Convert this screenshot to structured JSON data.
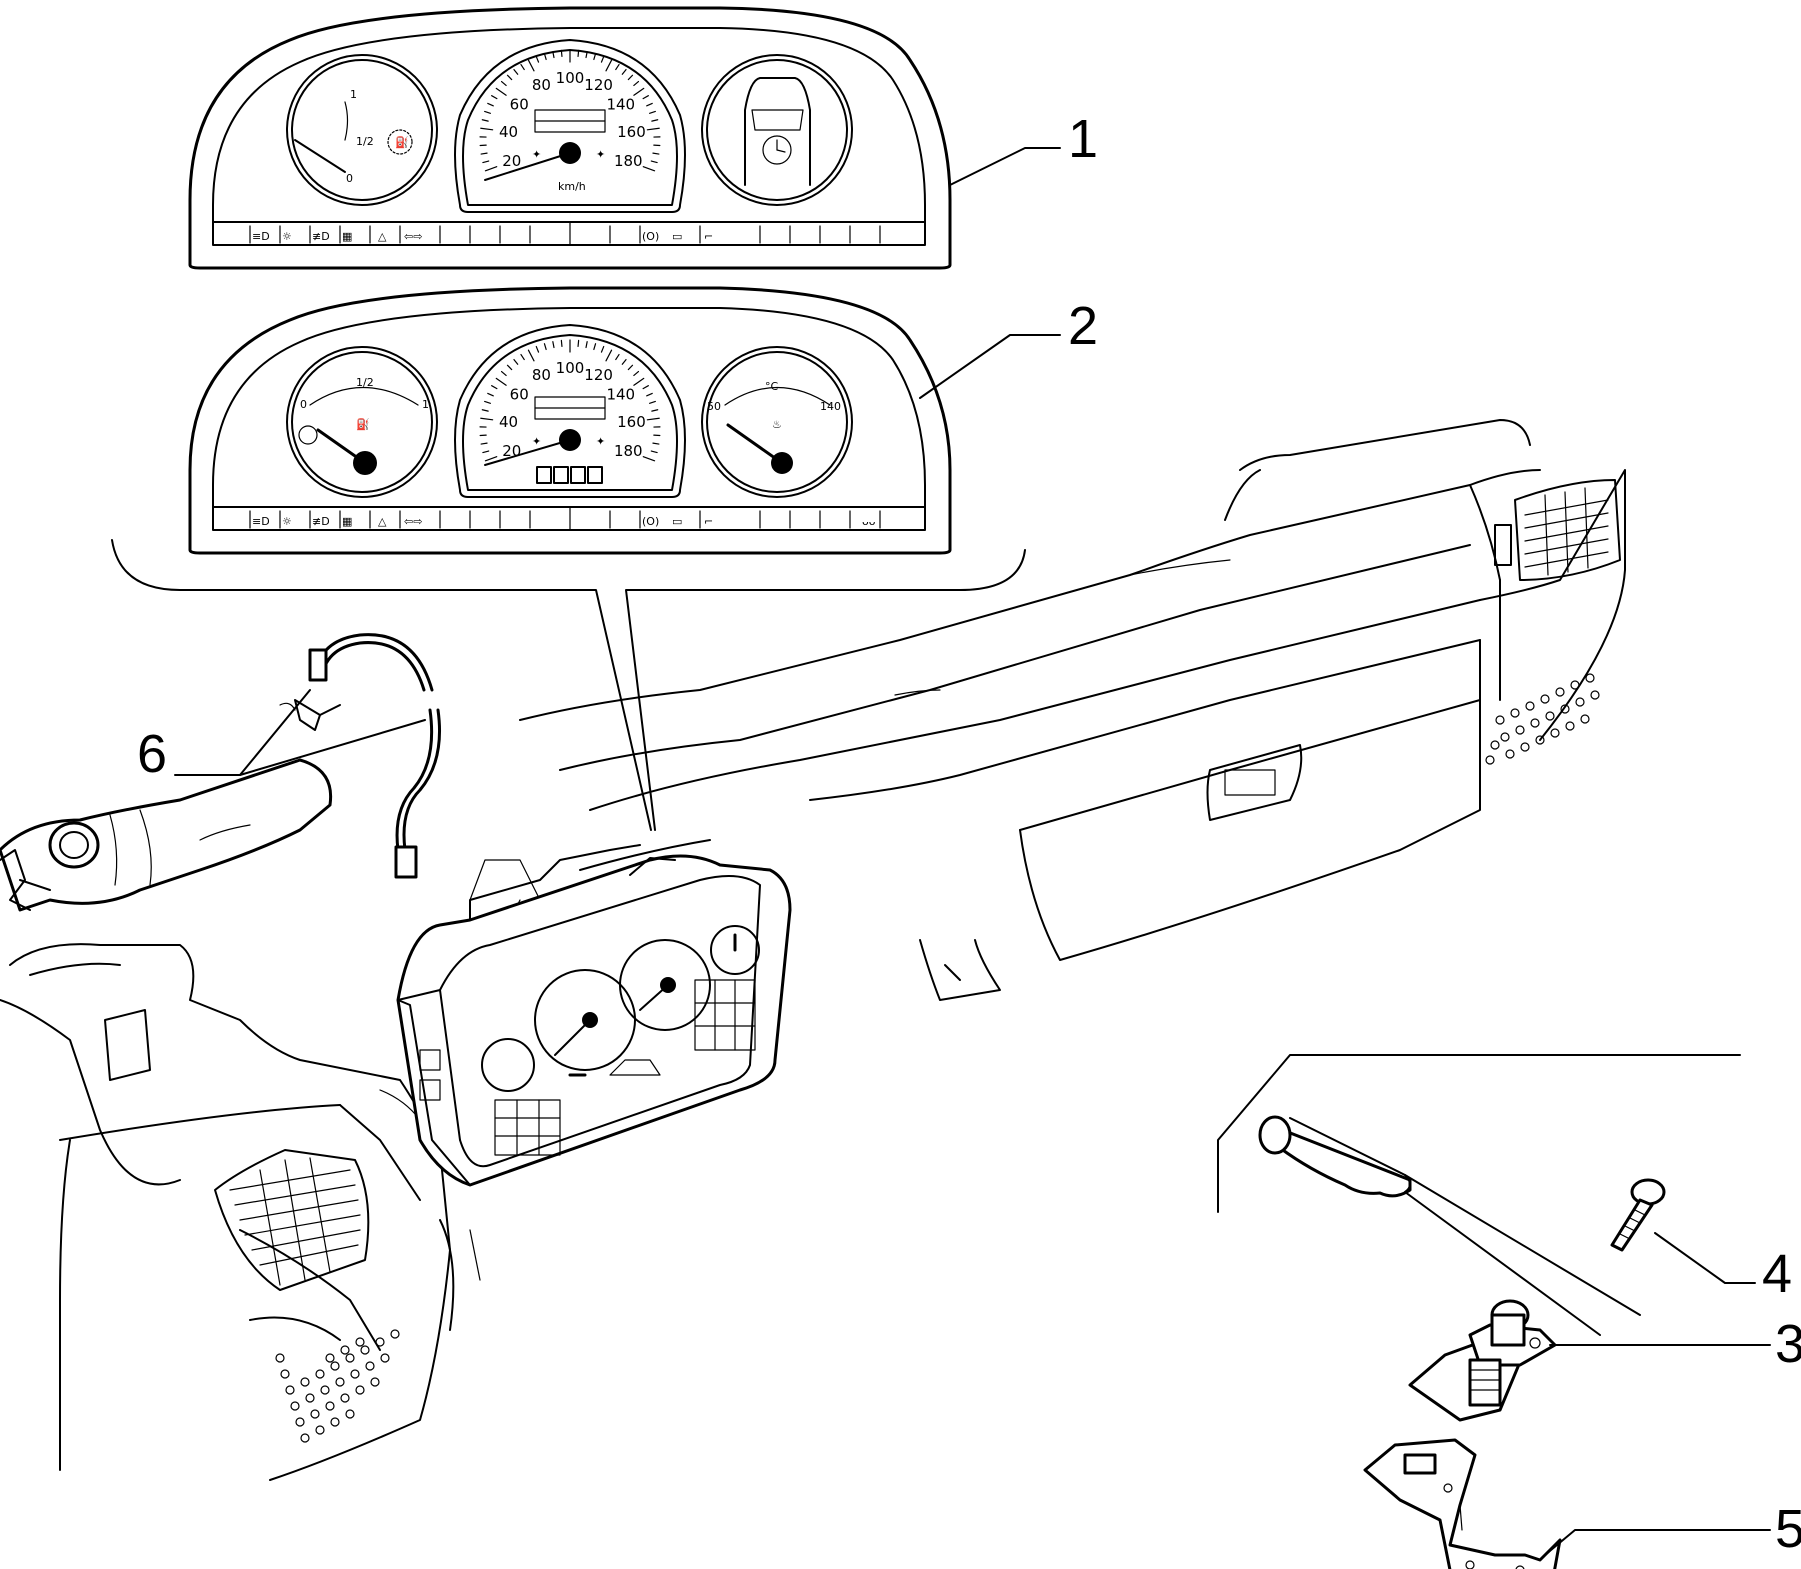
{
  "callouts": [
    {
      "number": "1"
    },
    {
      "number": "2"
    },
    {
      "number": "3"
    },
    {
      "number": "4"
    },
    {
      "number": "5"
    },
    {
      "number": "6"
    }
  ],
  "cluster1": {
    "speed_ticks": [
      "20",
      "40",
      "60",
      "80",
      "100",
      "120",
      "140",
      "160",
      "180"
    ],
    "unit": "km/h",
    "fuel_ticks": [
      "0",
      "1/2",
      "1"
    ]
  },
  "cluster2": {
    "speed_ticks": [
      "20",
      "40",
      "60",
      "80",
      "100",
      "120",
      "140",
      "160",
      "180"
    ],
    "fuel_ticks": [
      "0",
      "1/2",
      "1"
    ],
    "temp_ticks": [
      "50",
      "°C",
      "140"
    ]
  }
}
